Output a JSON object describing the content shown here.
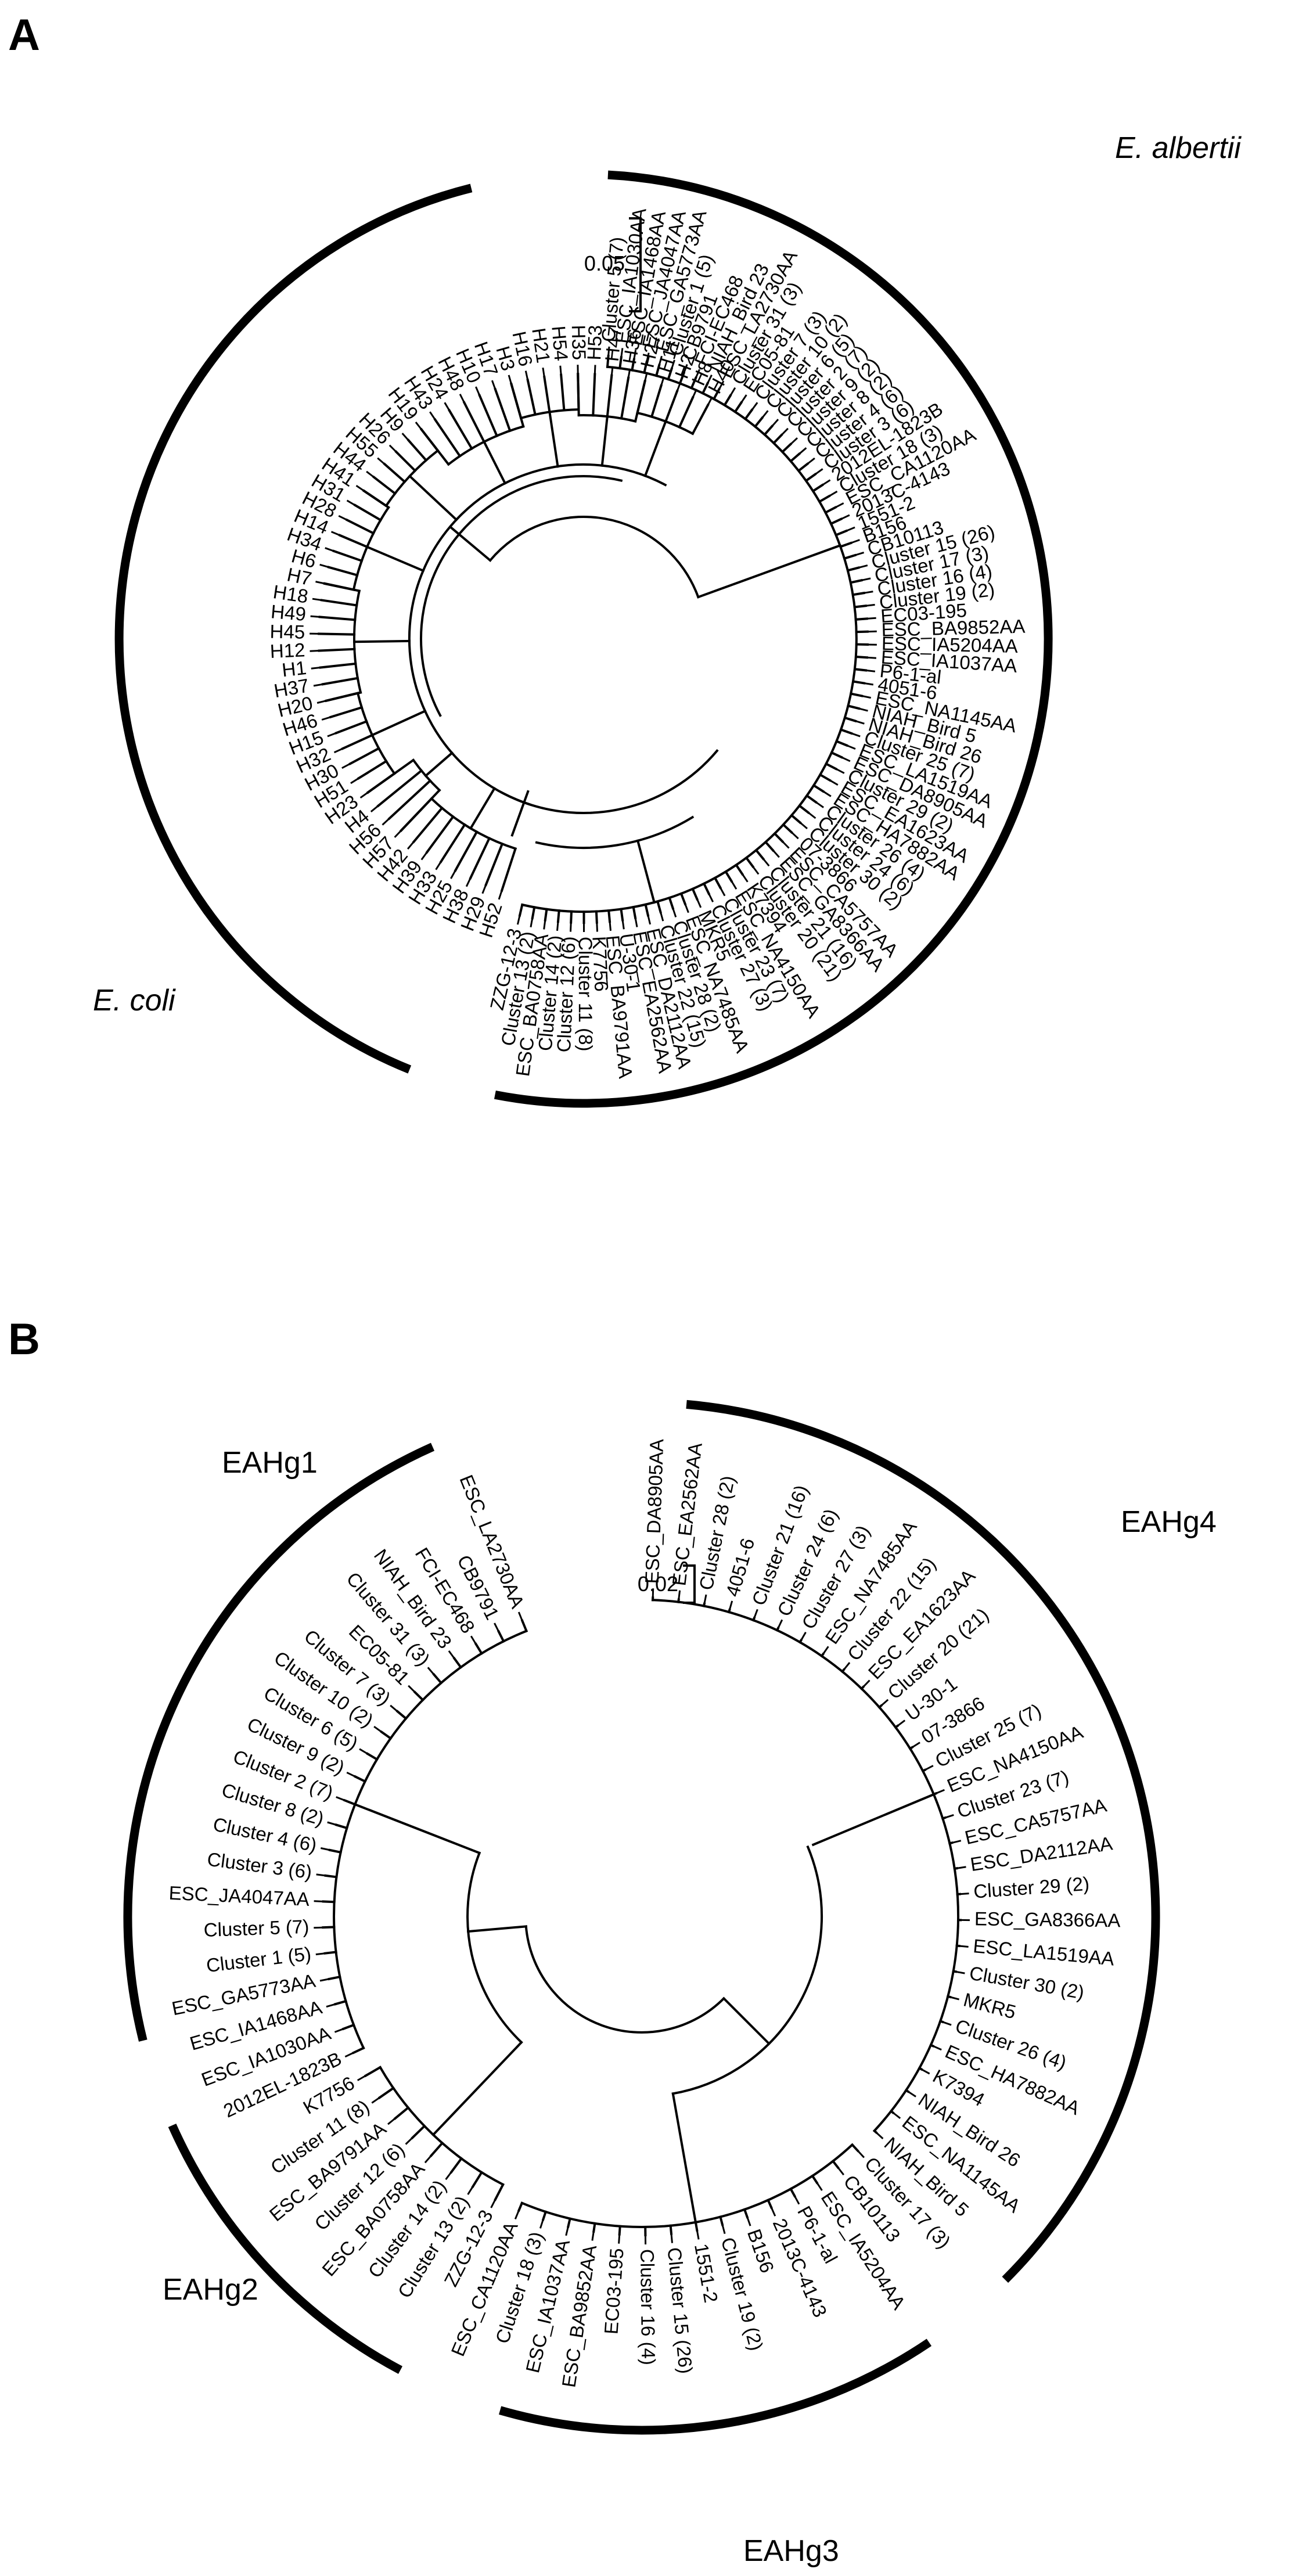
{
  "panels": [
    {
      "id": "A",
      "label": "A",
      "scale_bar": "0.05",
      "groups": [
        {
          "label": "E. albertii",
          "italic": true
        },
        {
          "label": "E. coli",
          "italic": true
        }
      ],
      "ecoli_leaves": [
        "H40",
        "H8",
        "H2",
        "H11",
        "H27",
        "H36",
        "H47",
        "H53",
        "H35",
        "H54",
        "H21",
        "H16",
        "H3",
        "H17",
        "H10",
        "H48",
        "H24",
        "H43",
        "H19",
        "H9",
        "H26",
        "H55",
        "H44",
        "H41",
        "H31",
        "H28",
        "H14",
        "H34",
        "H6",
        "H7",
        "H18",
        "H49",
        "H45",
        "H12",
        "H1",
        "H37",
        "H20",
        "H46",
        "H15",
        "H32",
        "H30",
        "H51",
        "H23",
        "H4",
        "H56",
        "H57",
        "H42",
        "H39",
        "H33",
        "H25",
        "H38",
        "H29",
        "H52"
      ],
      "albertii_leaves": [
        "Cluster 5 (7)",
        "ESC_IA1030AA",
        "ESC_IA1468AA",
        "ESC_JA4047AA",
        "ESC_GA5773AA",
        "Cluster 1 (5)",
        "CB9791",
        "FCI-EC468",
        "NIAH_Bird 23",
        "ESC_LA2730AA",
        "Cluster 31 (3)",
        "EC05-81",
        "Cluster 7 (3)",
        "Cluster 10 (2)",
        "Cluster 6 (5)",
        "Cluster 2 (7)",
        "Cluster 9 (2)",
        "Cluster 8 (2)",
        "Cluster 4 (6)",
        "Cluster 3 (6)",
        "2012EL-1823B",
        "Cluster 18 (3)",
        "ESC_CA1120AA",
        "2013C-4143",
        "1551-2",
        "B156",
        "CB10113",
        "Cluster 15 (26)",
        "Cluster 17 (3)",
        "Cluster 16 (4)",
        "Cluster 19 (2)",
        "EC03-195",
        "ESC_BA9852AA",
        "ESC_IA5204AA",
        "ESC_IA1037AA",
        "P6-1-al",
        "4051-6",
        "ESC_NA1145AA",
        "NIAH_Bird 5",
        "NIAH_Bird 26",
        "Cluster 25 (7)",
        "ESC_LA1519AA",
        "ESC_DA8905AA",
        "Cluster 29 (2)",
        "ESC_EA1623AA",
        "ESC_HA7882AA",
        "Cluster 26 (4)",
        "Cluster 24 (6)",
        "Cluster 30 (2)",
        "07-3866",
        "ESC_CA5757AA",
        "ESC_GA8366AA",
        "Cluster 21 (16)",
        "Cluster 20 (21)",
        "K7394",
        "ESC_NA4150AA",
        "Cluster 23 (7)",
        "Cluster 27 (3)",
        "MKR5",
        "ESC_NA7485AA",
        "Cluster 28 (2)",
        "Cluster 22 (15)",
        "ESC_DA2112AA",
        "ESC_EA2562AA",
        "U-30-1",
        "ESC_BA9791AA",
        "K7756",
        "Cluster 11 (8)",
        "Cluster 12 (6)",
        "Cluster 14 (2)",
        "ESC_BA0758AA",
        "Cluster 13 (2)",
        "ZZG-12-3"
      ]
    },
    {
      "id": "B",
      "label": "B",
      "scale_bar": "0.02",
      "groups": [
        {
          "label": "EAHg1",
          "italic": false
        },
        {
          "label": "EAHg2",
          "italic": false
        },
        {
          "label": "EAHg3",
          "italic": false
        },
        {
          "label": "EAHg4",
          "italic": false
        }
      ],
      "leaves_clockwise": [
        "ESC_DA8905AA",
        "ESC_EA2562AA",
        "Cluster 28 (2)",
        "4051-6",
        "Cluster 21 (16)",
        "Cluster 24 (6)",
        "Cluster 27 (3)",
        "ESC_NA7485AA",
        "Cluster 22 (15)",
        "ESC_EA1623AA",
        "Cluster 20 (21)",
        "U-30-1",
        "07-3866",
        "Cluster 25 (7)",
        "ESC_NA4150AA",
        "Cluster 23 (7)",
        "ESC_CA5757AA",
        "ESC_DA2112AA",
        "Cluster 29 (2)",
        "ESC_GA8366AA",
        "ESC_LA1519AA",
        "Cluster 30 (2)",
        "MKR5",
        "Cluster 26 (4)",
        "ESC_HA7882AA",
        "K7394",
        "NIAH_Bird 26",
        "ESC_NA1145AA",
        "NIAH_Bird 5",
        "Cluster 17 (3)",
        "CB10113",
        "ESC_IA5204AA",
        "P6-1-al",
        "2013C-4143",
        "B156",
        "Cluster 19 (2)",
        "1551-2",
        "Cluster 15 (26)",
        "Cluster 16 (4)",
        "EC03-195",
        "ESC_BA9852AA",
        "ESC_IA1037AA",
        "Cluster 18 (3)",
        "ESC_CA1120AA",
        "ZZG-12-3",
        "Cluster 13 (2)",
        "Cluster 14 (2)",
        "ESC_BA0758AA",
        "Cluster 12 (6)",
        "ESC_BA9791AA",
        "Cluster 11 (8)",
        "K7756",
        "2012EL-1823B",
        "ESC_IA1030AA",
        "ESC_IA1468AA",
        "ESC_GA5773AA",
        "Cluster 1 (5)",
        "Cluster 5 (7)",
        "ESC_JA4047AA",
        "Cluster 3 (6)",
        "Cluster 4 (6)",
        "Cluster 8 (2)",
        "Cluster 2 (7)",
        "Cluster 9 (2)",
        "Cluster 6 (5)",
        "Cluster 10 (2)",
        "Cluster 7 (3)",
        "EC05-81",
        "Cluster 31 (3)",
        "NIAH_Bird 23",
        "FCI-EC468",
        "CB9791",
        "ESC_LA2730AA"
      ],
      "group_sizes": [
        {
          "group": "EAHg4",
          "count": 29
        },
        {
          "group": "EAHg3",
          "count": 15
        },
        {
          "group": "EAHg2",
          "count": 8
        },
        {
          "group": "EAHg1",
          "count": 21
        }
      ]
    }
  ]
}
